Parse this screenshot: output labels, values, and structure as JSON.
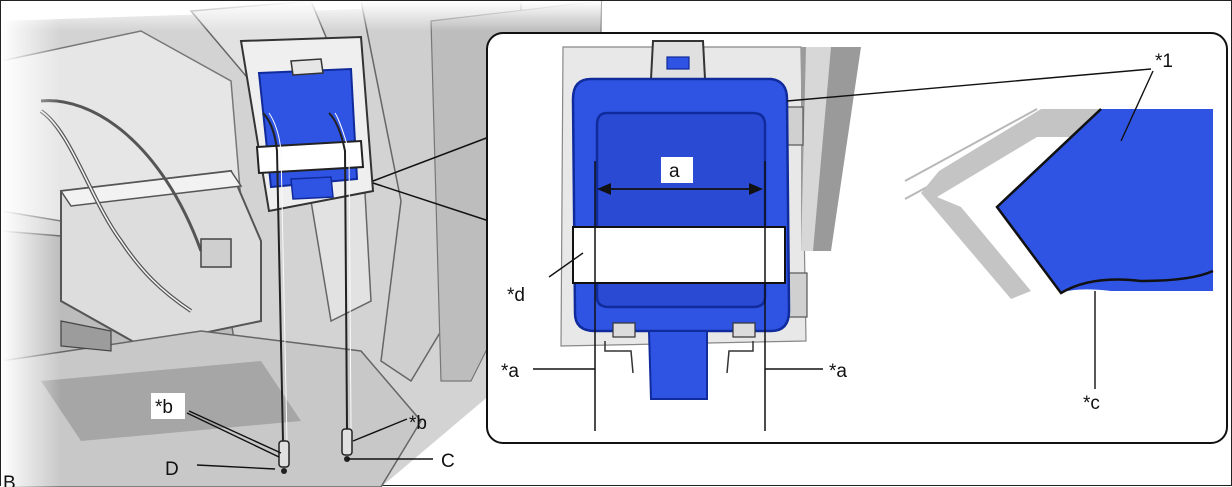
{
  "callouts": {
    "part_1": "*1",
    "dimension_a": "a",
    "tape_d": "*d",
    "line_a_left": "*a",
    "line_a_right": "*a",
    "edge_c": "*c",
    "wire_b_left": "*b",
    "wire_b_right": "*b",
    "wire_end_c": "C",
    "wire_end_d": "D",
    "corner_letter": "B"
  },
  "colors": {
    "part_blue": "#2f54e4",
    "panel_light": "#e9e9e9",
    "panel_mid": "#c4c4c4",
    "panel_dark": "#9a9a9a",
    "tape_white": "#ffffff",
    "guide_gray": "#bdbdbd"
  }
}
